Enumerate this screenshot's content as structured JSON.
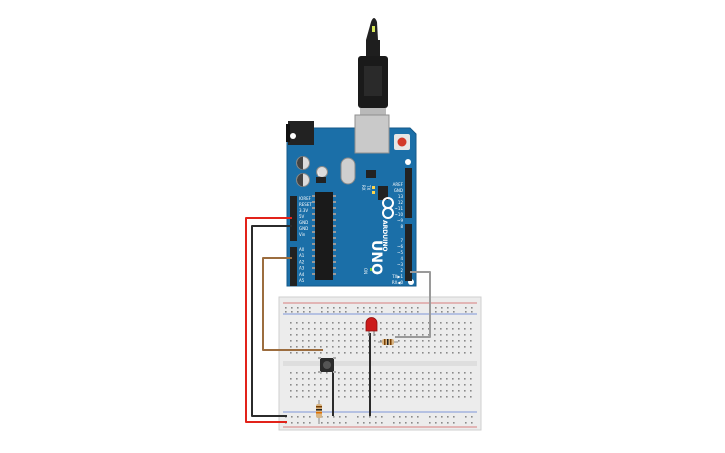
{
  "board": {
    "brand": "ARDUINO",
    "model": "UNO",
    "tx_label": "TX",
    "rx_label": "RX",
    "on_label": "ON",
    "l_label": "L",
    "power_pins": [
      "IOREF",
      "RESET",
      "3.3V",
      "5V",
      "GND",
      "GND",
      "Vin"
    ],
    "analog_pins": [
      "A0",
      "A1",
      "A2",
      "A3",
      "A4",
      "A5"
    ],
    "digital_header_top": [
      "AREF",
      "GND",
      "13",
      "12",
      "~11",
      "~10",
      "~9",
      "8"
    ],
    "digital_header_bottom": [
      "7",
      "~6",
      "~5",
      "4",
      "~3",
      "2",
      "TX▶1",
      "RX◀0"
    ]
  },
  "colors": {
    "board_blue": "#1b6fa8",
    "wire_red": "#e2231a",
    "wire_black": "#2b2b2b",
    "wire_brown": "#9c6d3f",
    "wire_gray": "#9a9a9a",
    "led_red": "#cc1b1b",
    "breadboard": "#ececec"
  },
  "components": [
    "usb-cable",
    "arduino-uno",
    "breadboard",
    "red-led",
    "resistor-led",
    "push-button",
    "resistor-pulldown"
  ]
}
